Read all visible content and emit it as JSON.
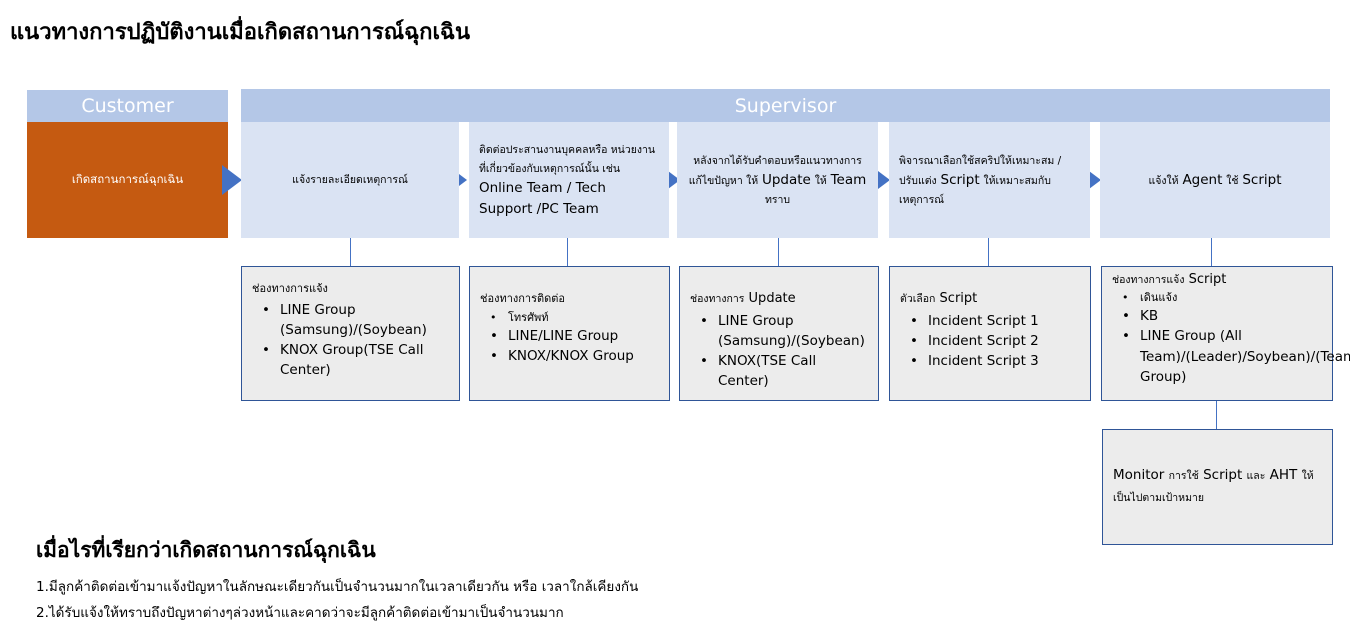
{
  "title": "แนวทางการปฏิบัติงานเมื่อเกิดสถานการณ์ฉุกเฉิน",
  "headers": {
    "customer": "Customer",
    "supervisor": "Supervisor"
  },
  "customer_box": "เกิดสถานการณ์ฉุกเฉิน",
  "steps": {
    "s1": "แจ้งรายละเอียดเหตุการณ์",
    "s2_a": "ติดต่อประสานงานบุคคลหรือ หน่วยงานที่เกี่ยวข้องกับเหตุการณ์นั้น เช่น",
    "s2_b": "Online Team / Tech Support /PC Team",
    "s3_a": "หลังจากได้รับคำตอบหรือแนวทางการ แก้ไขปัญหา ให้",
    "s3_b": "Update",
    "s3_c": "ให้",
    "s3_d": "Team",
    "s3_e": "ทราบ",
    "s4_a": "พิจารณาเลือกใช้สคริปให้เหมาะสม / ปรับแต่ง",
    "s4_b": "Script",
    "s4_c": "ให้เหมาะสมกับ เหตุการณ์",
    "s5_a": "แจ้งให้",
    "s5_b": "Agent",
    "s5_c": "ใช้",
    "s5_d": "Script"
  },
  "details": {
    "d1": {
      "title": "ช่องทางการแจ้ง",
      "items": [
        "LINE Group (Samsung)/(Soybean)",
        "KNOX Group(TSE Call Center)"
      ]
    },
    "d2": {
      "title": "ช่องทางการติดต่อ",
      "items": [
        "โทรศัพท์",
        "LINE/LINE Group",
        "KNOX/KNOX Group"
      ]
    },
    "d3": {
      "title_a": "ช่องทางการ",
      "title_b": "Update",
      "items": [
        "LINE Group (Samsung)/(Soybean)",
        "KNOX(TSE Call Center)"
      ]
    },
    "d4": {
      "title_a": "ตัวเลือก",
      "title_b": "Script",
      "items": [
        "Incident Script 1",
        "Incident Script 2",
        "Incident Script 3"
      ]
    },
    "d5": {
      "title_a": "ช่องทางการแจ้ง",
      "title_b": "Script",
      "items": [
        "เดินแจ้ง",
        "KB",
        "LINE Group (All Team)/(Leader)/Soybean)/(Team Group)"
      ]
    }
  },
  "monitor": {
    "a": "Monitor",
    "b": "การใช้",
    "c": "Script",
    "d": "และ",
    "e": "AHT",
    "f": "ให้",
    "g": "เป็นไปตามเป้าหมาย"
  },
  "sub_heading": "เมื่อไรที่เรียกว่าเกิดสถานการณ์ฉุกเฉิน",
  "notes": [
    "1.มีลูกค้าติดต่อเข้ามาแจ้งปัญหาในลักษณะเดียวกันเป็นจำนวนมากในเวลาเดียวกัน หรือ เวลาใกล้เคียงกัน",
    "2.ได้รับแจ้งให้ทราบถึงปัญหาต่างๆล่วงหน้าและคาดว่าจะมีลูกค้าติดต่อเข้ามาเป็นจำนวนมาก"
  ],
  "colors": {
    "header": "#b4c7e7",
    "customer": "#c55a11",
    "step": "#dae3f3",
    "arrow": "#4472c4",
    "detail": "#ececec",
    "border": "#2f5597"
  }
}
